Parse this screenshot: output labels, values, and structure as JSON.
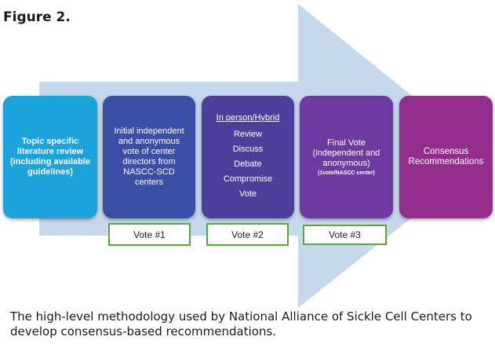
{
  "figure_title": "Figure 2.",
  "colors": {
    "arrow": "#c6d8ec",
    "box1": "#1ca3dc",
    "box2": "#3b4fa6",
    "box3": "#4d3e9c",
    "box4": "#6e3aa2",
    "box5": "#942d8e",
    "vote_border": "#56a83e"
  },
  "steps": [
    {
      "lines": [
        "Topic specific",
        "literature review",
        "(including available",
        "guidelines)"
      ]
    },
    {
      "lines": [
        "Initial independent",
        "and anonymous",
        "vote of center",
        "directors from",
        "NASCC-SCD",
        "centers"
      ]
    },
    {
      "header": "In person/Hybrid",
      "items": [
        "Review",
        "Discuss",
        "Debate",
        "Compromise",
        "Vote"
      ]
    },
    {
      "lines": [
        "Final Vote",
        "(independent and",
        "anonymous)"
      ],
      "note": "(1vote/NASCC center)"
    },
    {
      "lines": [
        "Consensus",
        "Recommendations"
      ]
    }
  ],
  "votes": [
    "Vote #1",
    "Vote #2",
    "Vote #3"
  ],
  "caption": "The high-level methodology used by National Alliance of Sickle Cell Centers to develop consensus-based recommendations."
}
